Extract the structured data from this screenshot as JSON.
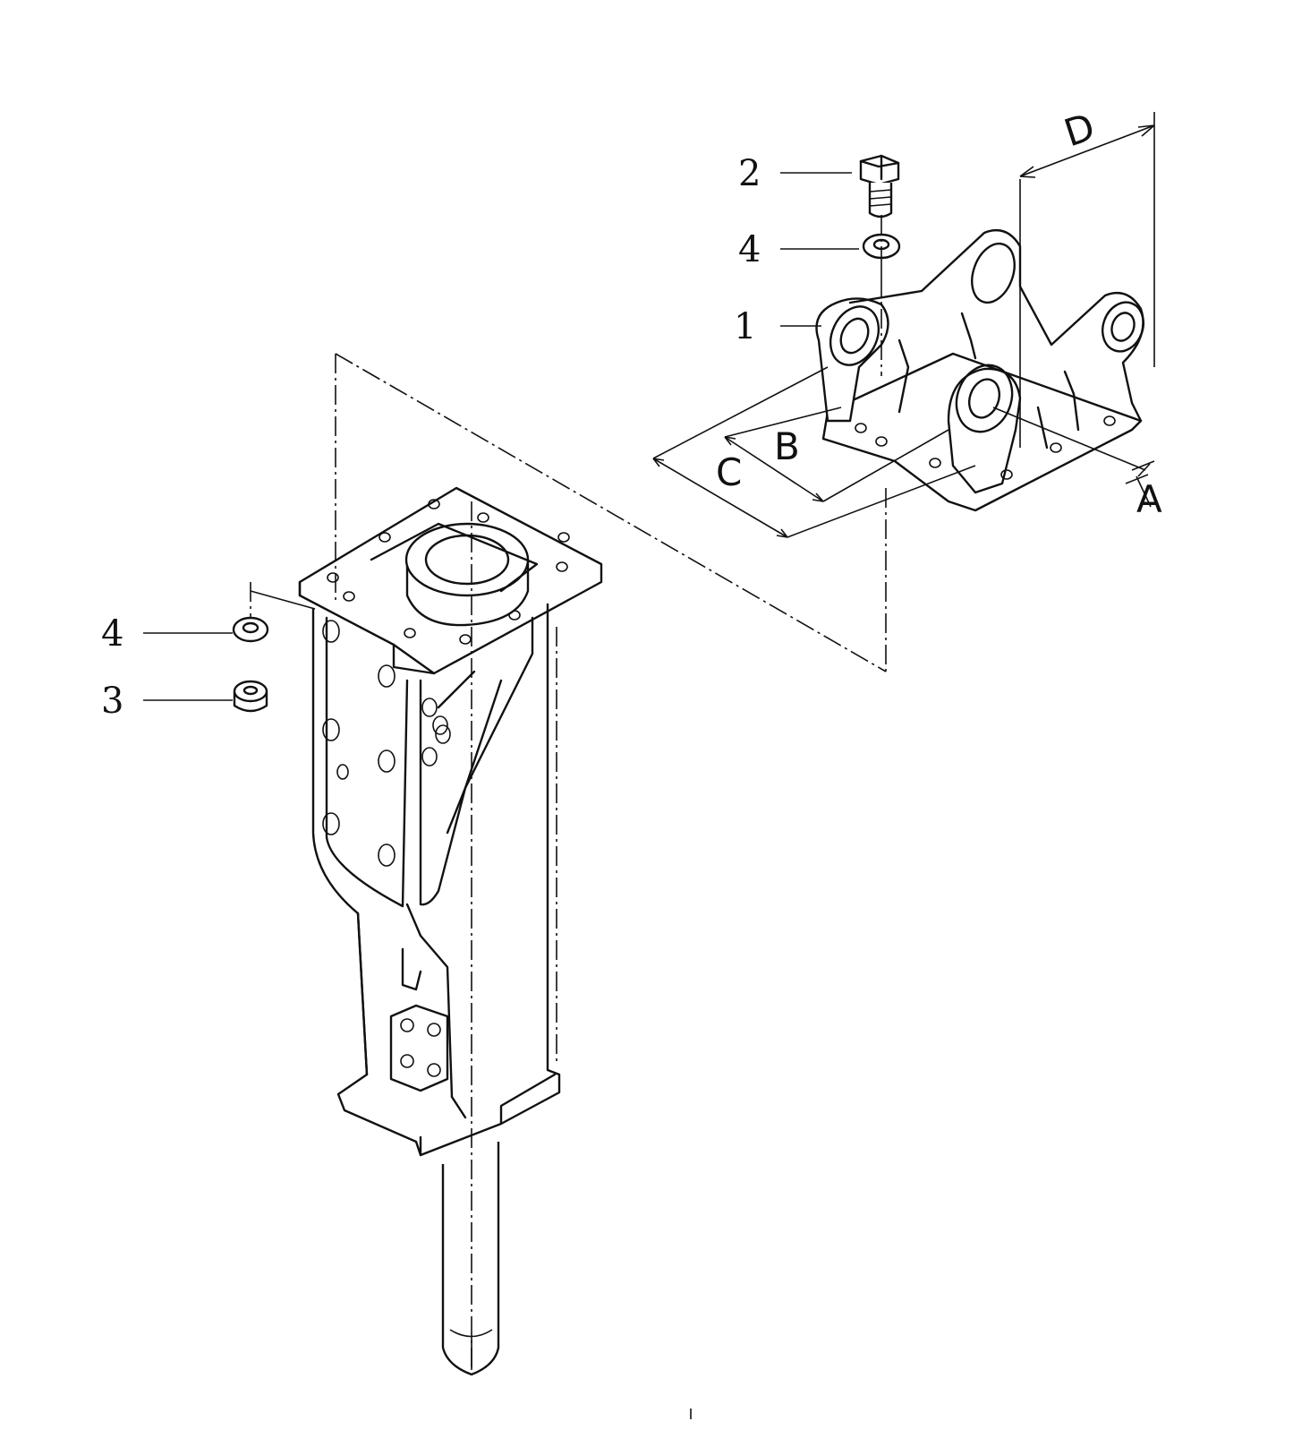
{
  "diagram": {
    "callouts": [
      {
        "id": "c2",
        "number": "2"
      },
      {
        "id": "c4-top",
        "number": "4"
      },
      {
        "id": "c1",
        "number": "1"
      },
      {
        "id": "c4-left",
        "number": "4"
      },
      {
        "id": "c3",
        "number": "3"
      }
    ],
    "dimensions": [
      {
        "id": "dim-a",
        "letter": "A"
      },
      {
        "id": "dim-b",
        "letter": "B"
      },
      {
        "id": "dim-c",
        "letter": "C"
      },
      {
        "id": "dim-d",
        "letter": "D"
      }
    ]
  }
}
